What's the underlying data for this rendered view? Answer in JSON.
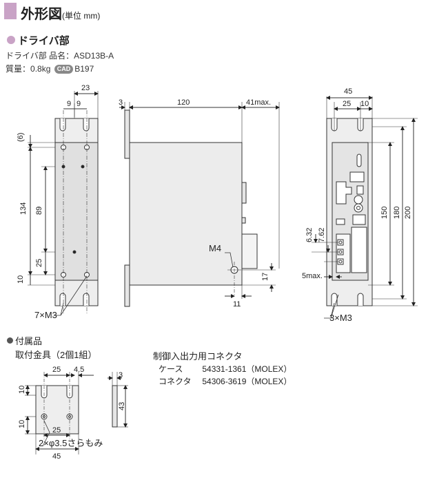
{
  "header": {
    "title": "外形図",
    "unit": "(単位 mm)"
  },
  "driver": {
    "section_title": "ドライバ部",
    "name_label": "ドライバ部  品名：",
    "name_value": "ASD13B-A",
    "mass_label": "質量：",
    "mass_value": "0.8kg",
    "cad_badge": "CAD",
    "cad_code": "B197"
  },
  "front_view": {
    "dims": {
      "w23": "23",
      "w9a": "9",
      "w9b": "9",
      "h6": "(6)",
      "h134": "134",
      "h89": "89",
      "h25": "25",
      "h10": "10",
      "screw": "7×M3"
    }
  },
  "side_view": {
    "dims": {
      "t3": "3",
      "len120": "120",
      "max41": "41max.",
      "m4": "M4",
      "h17": "17",
      "w11": "11"
    }
  },
  "right_view": {
    "dims": {
      "w45": "45",
      "w25": "25",
      "w10": "10",
      "h150": "150",
      "h180": "180",
      "h200": "200",
      "h632": "6.32",
      "h762": "7.62",
      "max5": "5max.",
      "screw": "3×M3"
    }
  },
  "accessory": {
    "section_title": "付属品",
    "bracket_title": "取付金具（2個1組）",
    "dims": {
      "w25top": "25",
      "w45": "4.5",
      "h10a": "10",
      "h10b": "10",
      "w25bot": "25",
      "hole": "2×φ3.5さらもみ",
      "w45bot": "45",
      "t3": "3",
      "h43": "43"
    }
  },
  "connector": {
    "title": "制御入出力用コネクタ",
    "items": [
      {
        "label": "ケース",
        "value": "54331-1361（MOLEX）"
      },
      {
        "label": "コネクタ",
        "value": "54306-3619（MOLEX）"
      }
    ]
  }
}
